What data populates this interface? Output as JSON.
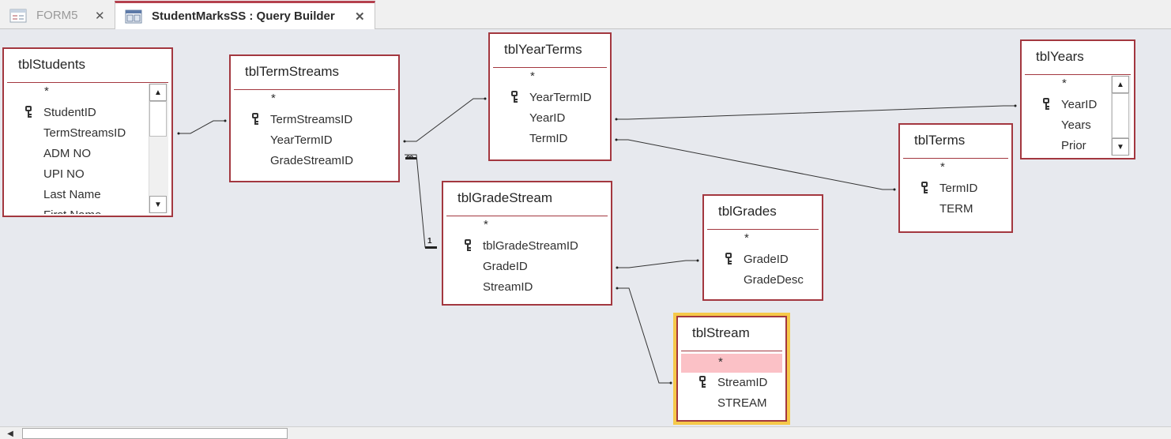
{
  "tabs": [
    {
      "label": "FORM5",
      "close": "✕",
      "icon": "form-icon",
      "active": false
    },
    {
      "label": "StudentMarksSS : Query Builder",
      "close": "✕",
      "icon": "query-icon",
      "active": true
    }
  ],
  "tables": {
    "tblStudents": {
      "title": "tblStudents",
      "fields": [
        "*",
        "StudentID",
        "TermStreamsID",
        "ADM NO",
        "UPI NO",
        "Last Name",
        "First Name"
      ],
      "key_field": "StudentID"
    },
    "tblTermStreams": {
      "title": "tblTermStreams",
      "fields": [
        "*",
        "TermStreamsID",
        "YearTermID",
        "GradeStreamID"
      ],
      "key_field": "TermStreamsID"
    },
    "tblYearTerms": {
      "title": "tblYearTerms",
      "fields": [
        "*",
        "YearTermID",
        "YearID",
        "TermID"
      ],
      "key_field": "YearTermID"
    },
    "tblYears": {
      "title": "tblYears",
      "fields": [
        "*",
        "YearID",
        "Years",
        "Prior"
      ],
      "key_field": "YearID"
    },
    "tblTerms": {
      "title": "tblTerms",
      "fields": [
        "*",
        "TermID",
        "TERM"
      ],
      "key_field": "TermID"
    },
    "tblGradeStream": {
      "title": "tblGradeStream",
      "fields": [
        "*",
        "tblGradeStreamID",
        "GradeID",
        "StreamID"
      ],
      "key_field": "tblGradeStreamID"
    },
    "tblGrades": {
      "title": "tblGrades",
      "fields": [
        "*",
        "GradeID",
        "GradeDesc"
      ],
      "key_field": "GradeID"
    },
    "tblStream": {
      "title": "tblStream",
      "fields": [
        "*",
        "StreamID",
        "STREAM"
      ],
      "key_field": "StreamID",
      "selected_field": "*"
    }
  },
  "relationship_labels": {
    "many": "∞",
    "one": "1"
  },
  "colors": {
    "table_border": "#a3373f",
    "selection_outline": "#f6c94a",
    "selected_row": "#fbc1c6",
    "tab_accent": "#b5414e"
  }
}
